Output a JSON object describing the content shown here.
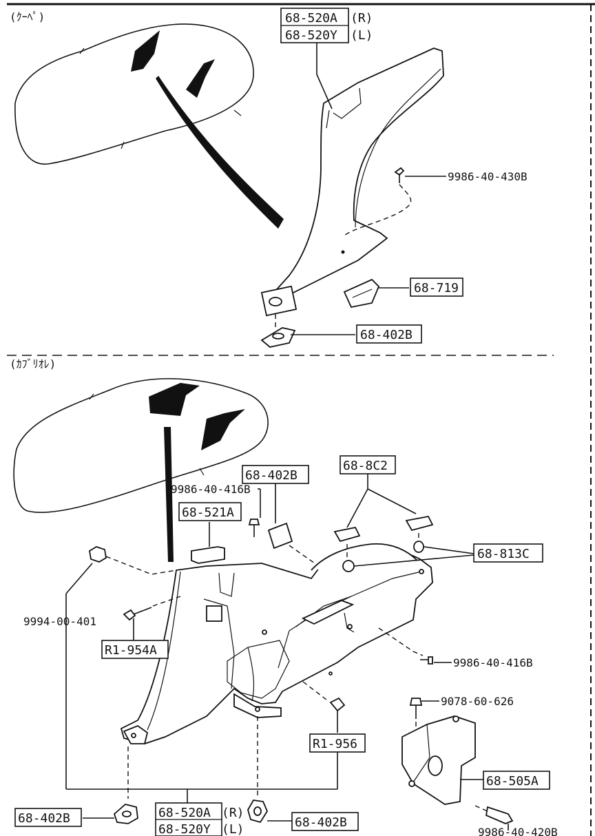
{
  "sections": {
    "coupe": "(ｸｰﾍﾟ)",
    "cabriolet": "(ｶﾌﾞﾘｵﾚ)"
  },
  "top": {
    "box_520": [
      "68-520A",
      "68-520Y"
    ],
    "box_520_side": [
      "(R)",
      "(L)"
    ],
    "screw": "9986-40-430B",
    "part_719": "68-719",
    "part_402": "68-402B"
  },
  "bottom": {
    "part_402_top": "68-402B",
    "screw_416_top": "9986-40-416B",
    "part_521": "68-521A",
    "part_8c2": "68-8C2",
    "part_813": "68-813C",
    "nut_401": "9994-00-401",
    "clip_954": "R1-954A",
    "screw_416_right": "9986-40-416B",
    "clip_956": "R1-956",
    "bolt_626": "9078-60-626",
    "bracket_505": "68-505A",
    "screw_420": "9986-40-420B",
    "part_402_left": "68-402B",
    "box_520": [
      "68-520A",
      "68-520Y"
    ],
    "box_520_side": [
      "(R)",
      "(L)"
    ],
    "part_402_right": "68-402B"
  }
}
